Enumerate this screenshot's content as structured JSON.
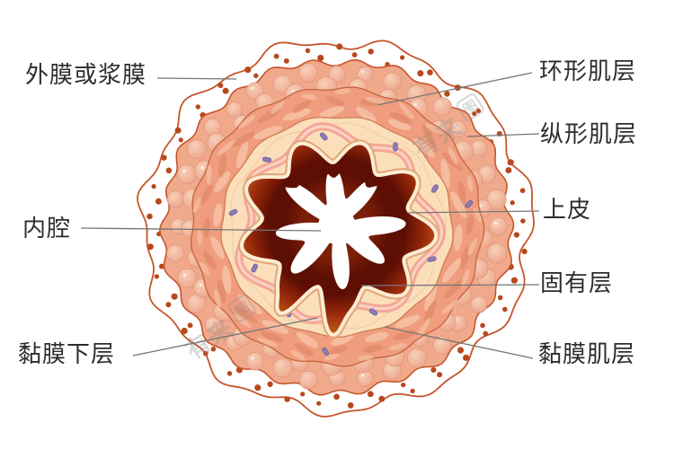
{
  "figure": {
    "kind": "anatomical-cross-section-diagram"
  },
  "labels": [
    {
      "id": "serosa",
      "text": "外膜或浆膜"
    },
    {
      "id": "circular-muscle",
      "text": "环形肌层"
    },
    {
      "id": "longitudinal-muscle",
      "text": "纵形肌层"
    },
    {
      "id": "epithelium",
      "text": "上皮"
    },
    {
      "id": "lumen",
      "text": "内腔"
    },
    {
      "id": "lamina-propria",
      "text": "固有层"
    },
    {
      "id": "submucosa",
      "text": "黏膜下层"
    },
    {
      "id": "muscularis-mucosae",
      "text": "黏膜肌层"
    }
  ],
  "watermark": {
    "text": "有来",
    "logo": "图"
  },
  "colors": {
    "background": "#ffffff",
    "outline": "#c4562a",
    "serosa_dot": "#b8481d",
    "muscle_outer_base": "#f1a98c",
    "muscle_bump_light": "#f9d2bc",
    "muscle_bump_mid": "#eca287",
    "muscle_inner_base": "#ef9d7e",
    "streak_light": "#f6c0a4",
    "streak_dark": "#e08a69",
    "submucosa_cream": "#fbdfbb",
    "cream_line": "#f1cba2",
    "mucosa_pink": "#f4a696",
    "mucosa_pink_light": "#fbd2c4",
    "speck_purple": "#8d7cb6",
    "speck_purple_edge": "#6c5c98",
    "epithelium_dark": "#5e0f04",
    "epithelium_mid": "#93260a",
    "epithelium_bright": "#b84b10",
    "halo_cream": "#fcecd3",
    "halo_edge": "#e0a678",
    "lumen_white": "#ffffff",
    "leader_line": "#757575",
    "label_text": "#2d2d2d",
    "watermark_gray": "#8f8f8f"
  }
}
